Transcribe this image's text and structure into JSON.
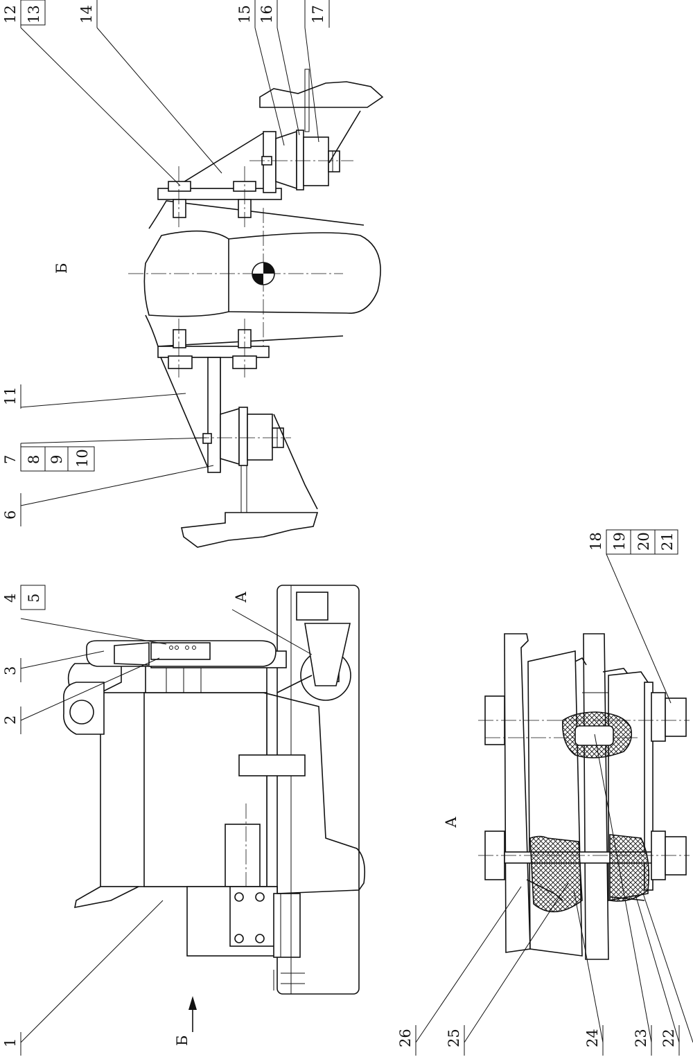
{
  "callouts": [
    "1",
    "2",
    "3",
    "4",
    "5",
    "6",
    "7",
    "8",
    "9",
    "10",
    "11",
    "12",
    "13",
    "14",
    "15",
    "16",
    "17",
    "18",
    "19",
    "20",
    "21",
    "22",
    "23",
    "24",
    "25",
    "26"
  ],
  "view_labels": {
    "view_a": "А",
    "view_b": "Б",
    "arrow_b": "Б"
  },
  "colors": {
    "ink": "#111111",
    "paper": "#ffffff"
  }
}
